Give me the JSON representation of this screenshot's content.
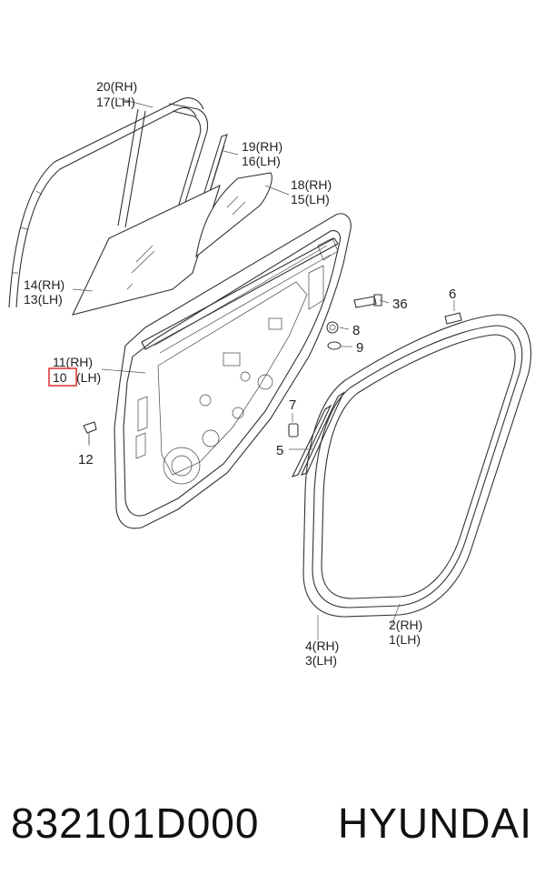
{
  "callouts": {
    "c20": "20(RH)",
    "c17": "17(LH)",
    "c19": "19(RH)",
    "c16": "16(LH)",
    "c18": "18(RH)",
    "c15": "15(LH)",
    "c14": "14(RH)",
    "c13": "13(LH)",
    "c11": "11(RH)",
    "c10_num": "10",
    "c10_side": "(LH)",
    "c12": "12",
    "c36": "36",
    "c6": "6",
    "c8": "8",
    "c9": "9",
    "c7": "7",
    "c5": "5",
    "c2": "2(RH)",
    "c1": "1(LH)",
    "c4": "4(RH)",
    "c3": "3(LH)"
  },
  "highlight_color": "#e03a3a",
  "footer": {
    "part_number": "832101D000",
    "brand": "HYUNDAI"
  }
}
